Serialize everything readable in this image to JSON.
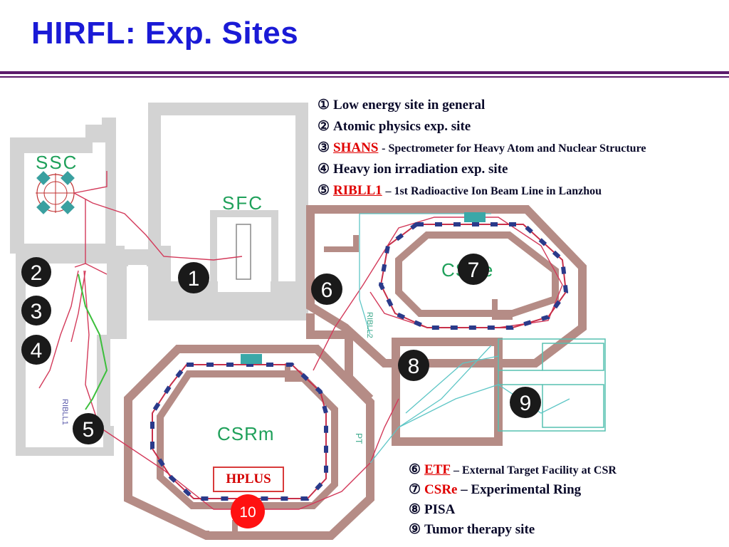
{
  "slide": {
    "title": "HIRFL: Exp. Sites"
  },
  "legend_top": [
    {
      "num": "①",
      "text": "Low energy site in general"
    },
    {
      "num": "②",
      "text": "Atomic physics exp. site"
    },
    {
      "num": "③",
      "acronym": "SHANS",
      "text": "- Spectrometer for Heavy Atom and Nuclear Structure"
    },
    {
      "num": "④",
      "text": "Heavy ion irradiation exp. site"
    },
    {
      "num": "⑤",
      "acronym": "RIBLL1",
      "text": "– 1st Radioactive Ion Beam Line in Lanzhou"
    }
  ],
  "legend_bottom": [
    {
      "num": "⑥",
      "acronym": "ETF",
      "text": "– External Target Facility at CSR"
    },
    {
      "num": "⑦",
      "acronym": "CSRe",
      "text": "– Experimental Ring"
    },
    {
      "num": "⑧",
      "text": "PISA"
    },
    {
      "num": "⑨",
      "text": "Tumor therapy site"
    }
  ],
  "diagram": {
    "labels": {
      "ssc": "SSC",
      "sfc": "SFC",
      "csrm": "CSRm",
      "csre": "CSRe",
      "ribll1": "RIBLL1",
      "ribll2": "RIBLL2",
      "pt": "PT",
      "hplus": "HPLUS"
    },
    "markers": [
      "1",
      "2",
      "3",
      "4",
      "5",
      "6",
      "7",
      "8",
      "9",
      "10"
    ],
    "colors": {
      "wall": "#b58c86",
      "hall": "#d3d3d3",
      "marker": "#1a1a1a",
      "marker_10": "#ff1111",
      "label_green": "#1fa05a",
      "legend_red": "#e00000",
      "title_blue": "#1a1ad6"
    }
  }
}
